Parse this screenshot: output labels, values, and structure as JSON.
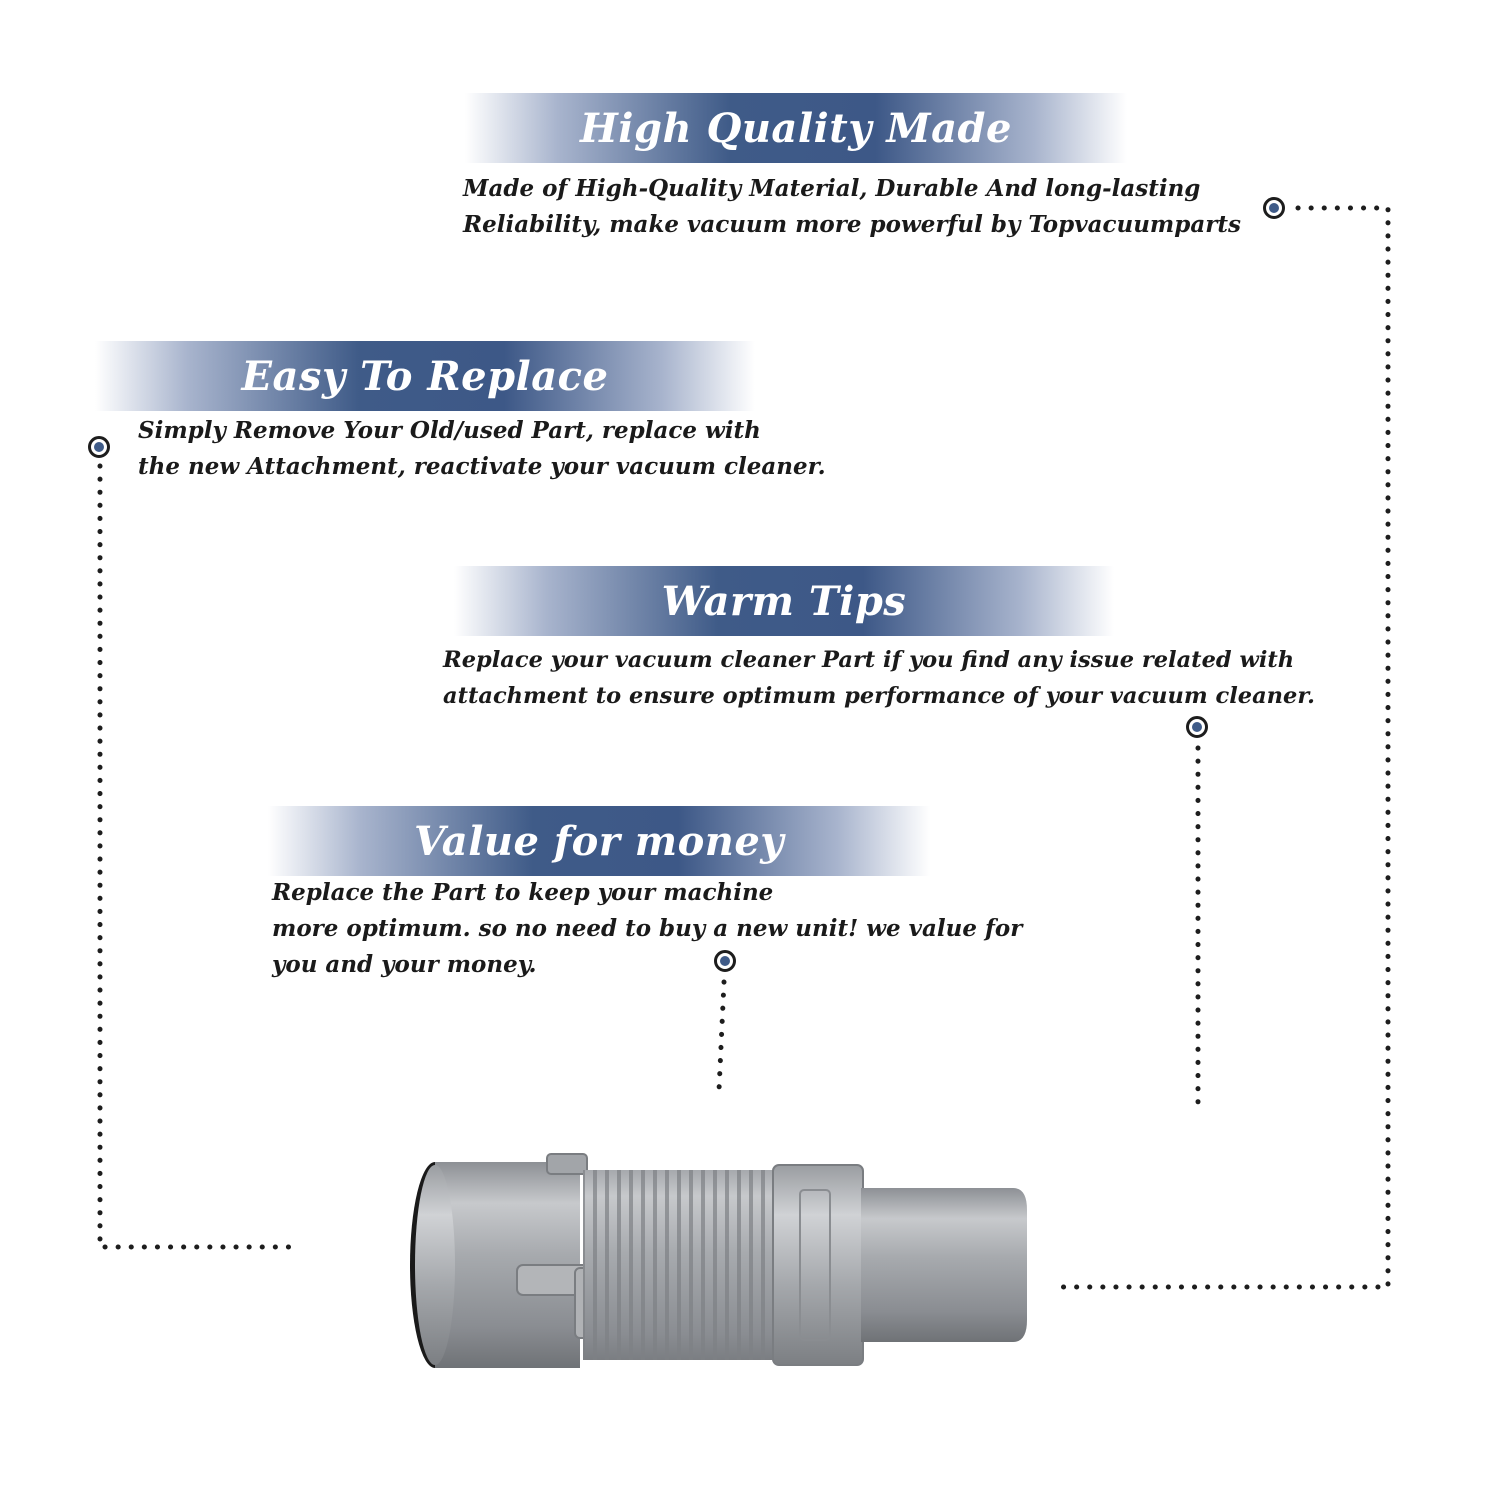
{
  "sections": [
    {
      "title": "High Quality Made",
      "lines": [
        "Made of  High-Quality Material, Durable And long-lasting",
        "Reliability, make vacuum more powerful by Topvacuumparts"
      ]
    },
    {
      "title": "Easy To Replace",
      "lines": [
        "Simply Remove Your Old/used Part, replace with",
        "the new Attachment, reactivate your vacuum cleaner."
      ]
    },
    {
      "title": "Warm Tips",
      "lines": [
        "Replace your vacuum cleaner Part if you find any issue related with",
        " attachment to ensure optimum performance of your vacuum cleaner."
      ]
    },
    {
      "title": "Value for money",
      "lines": [
        "Replace the Part to keep your machine",
        "more optimum. so no need to buy a new unit! we value for",
        "you and your money."
      ]
    }
  ],
  "colors": {
    "accent": "#3f5b88",
    "text": "#1a1a1a",
    "dotted_line": "#1d1d1d"
  },
  "product_image": "vacuum-hose-attachment"
}
